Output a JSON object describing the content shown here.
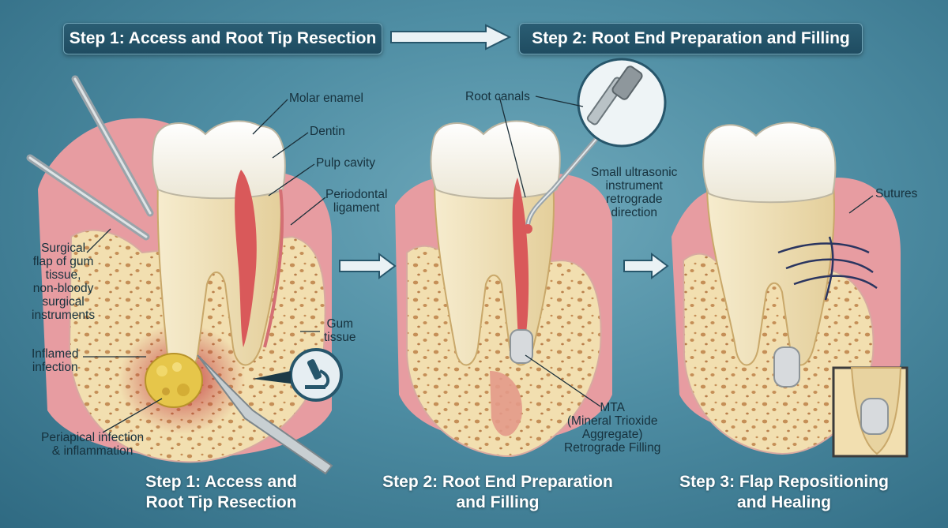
{
  "banners": {
    "step1": "Step 1: Access and Root Tip Resection",
    "step2": "Step 2: Root End Preparation and Filling"
  },
  "labels": {
    "molar_enamel": "Molar enamel",
    "dentin": "Dentin",
    "pulp_cavity": "Pulp cavity",
    "periodontal_ligament": "Periodontal\nligament",
    "surgical_flap": "Surgical\nflap of gum\ntissue,\nnon-bloody\nsurgical\ninstruments",
    "gum_tissue": "Gum\ntissue",
    "inflamed_infection": "Inflamed\ninfection",
    "periapical_infection": "Periapical infection\n& inflammation",
    "root_canals": "Root canals",
    "ultrasonic_instrument": "Small ultrasonic\ninstrument\nretrograde\ndirection",
    "mta": "MTA\n(Mineral Trioxide\nAggregate)\nRetrograde Filling",
    "sutures": "Sutures"
  },
  "captions": {
    "step1": "Step 1: Access and\nRoot Tip Resection",
    "step2": "Step 2: Root End Preparation\nand Filling",
    "step3": "Step 3: Flap Repositioning\nand Healing"
  },
  "icons": {
    "banner_arrow": "right-arrow-icon",
    "step_arrows": "right-arrow-icon",
    "microscope": "microscope-icon",
    "ultrasonic_tip_magnifier": "magnifier-icon",
    "healed_root_inset": "inset-magnifier-icon"
  },
  "colors": {
    "background": "#4e8da3",
    "banner": "#1f4c61",
    "gum": "#e59aa0",
    "bone": "#f2dfb0",
    "enamel": "#fbfaf6",
    "dentin": "#efdfb4",
    "pulp": "#d9595a",
    "infection": "#e6c64a",
    "mta_filling": "#d7dadd",
    "suture": "#2a3560"
  }
}
